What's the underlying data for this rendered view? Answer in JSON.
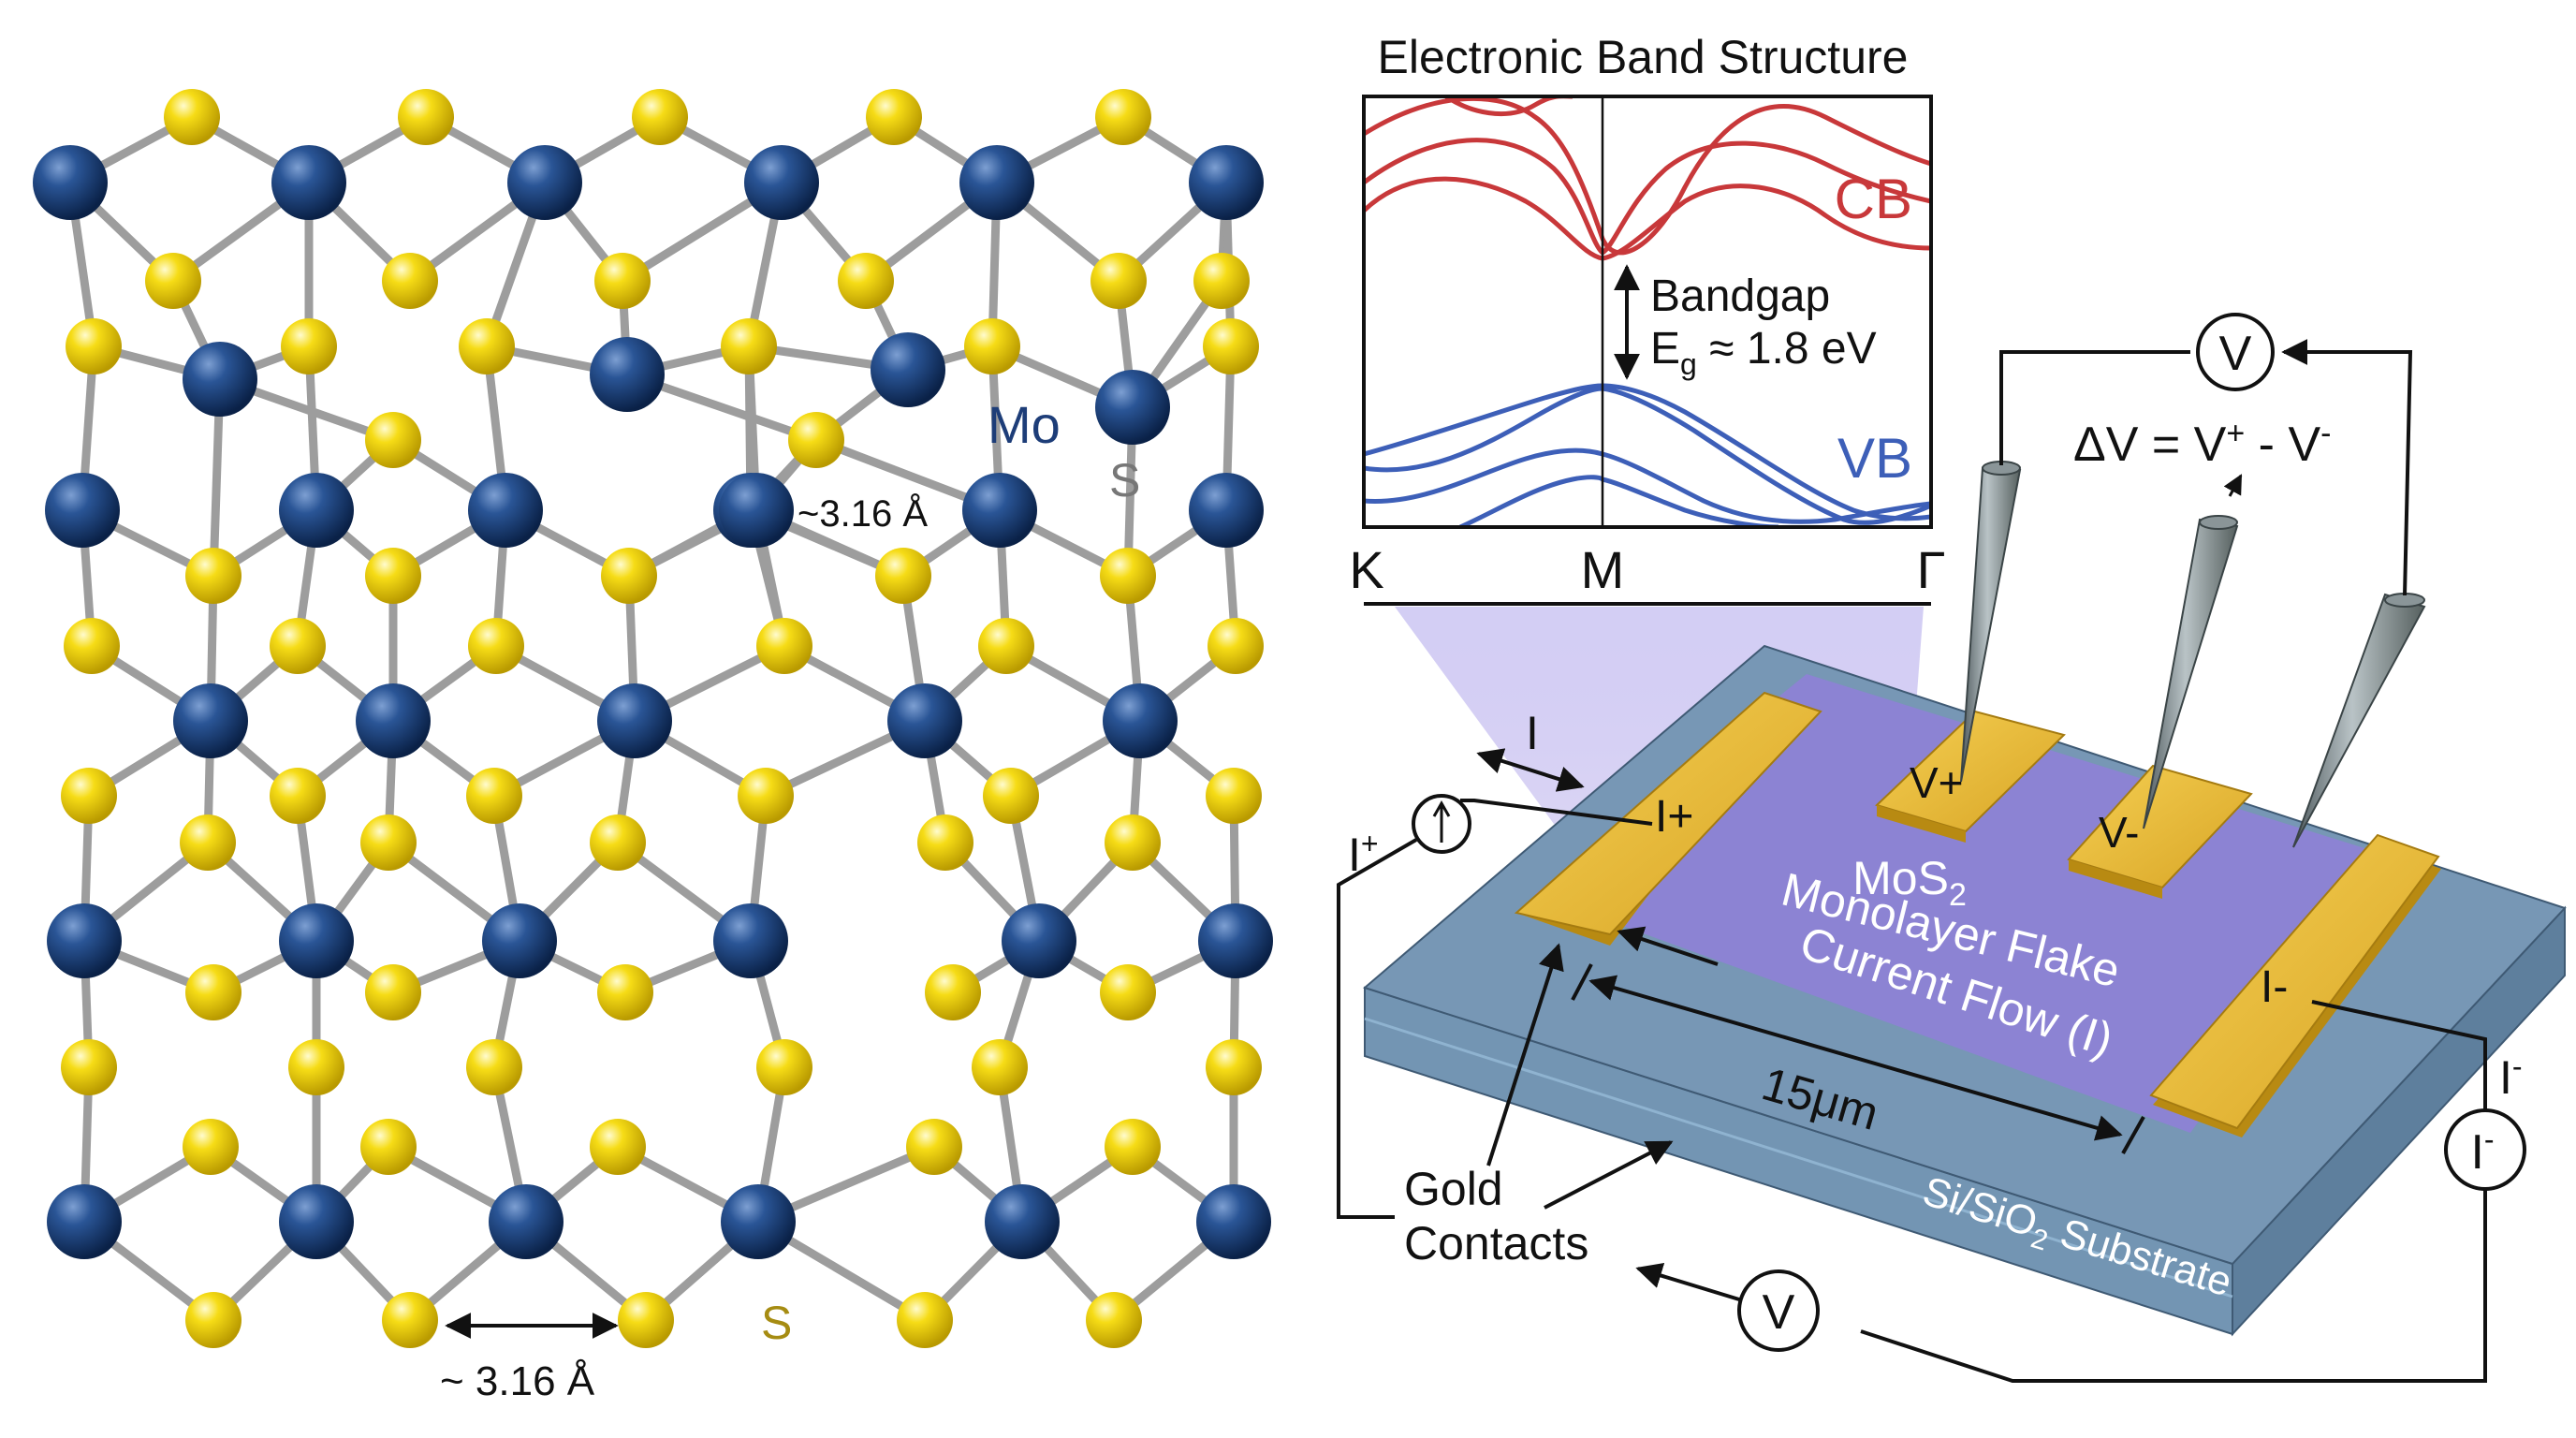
{
  "colors": {
    "mo_atom": "#163d73",
    "s_atom": "#f2cf08",
    "bond": "#9a9a9a",
    "cb": "#c8383a",
    "vb": "#3d5fb8",
    "gold": "#e7b735",
    "flake": "#8e7ed6",
    "substrate": "#6f8fae",
    "text_mo": "#1d3d78",
    "text_s": "#a68c12",
    "text_s_small": "#777777"
  },
  "lattice": {
    "mo_label": "Mo",
    "s_label_upper": "S",
    "s_label_lower": "S",
    "bond_length_mid": "~3.16 Å",
    "bond_length_bottom": "~ 3.16 Å"
  },
  "band_structure": {
    "title": "Electronic Band Structure",
    "cb_label": "CB",
    "vb_label": "VB",
    "bandgap_label": "Bandgap",
    "gap_symbol": "E",
    "gap_subscript": "g",
    "gap_value": " ≈ 1.8 eV",
    "k_points": [
      "K",
      "M",
      "Γ"
    ]
  },
  "device": {
    "contact_i_plus": "I+",
    "contact_i_minus": "I-",
    "contact_v_plus": "V+",
    "contact_v_minus": "V-",
    "flake_label_1": "MoS",
    "flake_label_1_sub": "2",
    "flake_label_2": "Monolayer Flake",
    "current_flow": "Current Flow (I)",
    "length": "15μm",
    "substrate_pre": "Si/SiO",
    "substrate_sub": "2",
    "substrate_post": " Substrate",
    "gold_label_1": "Gold",
    "gold_label_2": "Contacts",
    "current_arrow": "I",
    "i_plus_label": "I",
    "i_plus_sup": "+",
    "i_minus_label": "I",
    "i_minus_sup": "-",
    "ammeter_symbol": "I",
    "ammeter_sup": "-",
    "voltmeter_top": "V",
    "voltmeter_bottom": "V",
    "dv_pre": "ΔV = V",
    "dv_sup1": "+",
    "dv_mid": " - V",
    "dv_sup2": "-"
  }
}
